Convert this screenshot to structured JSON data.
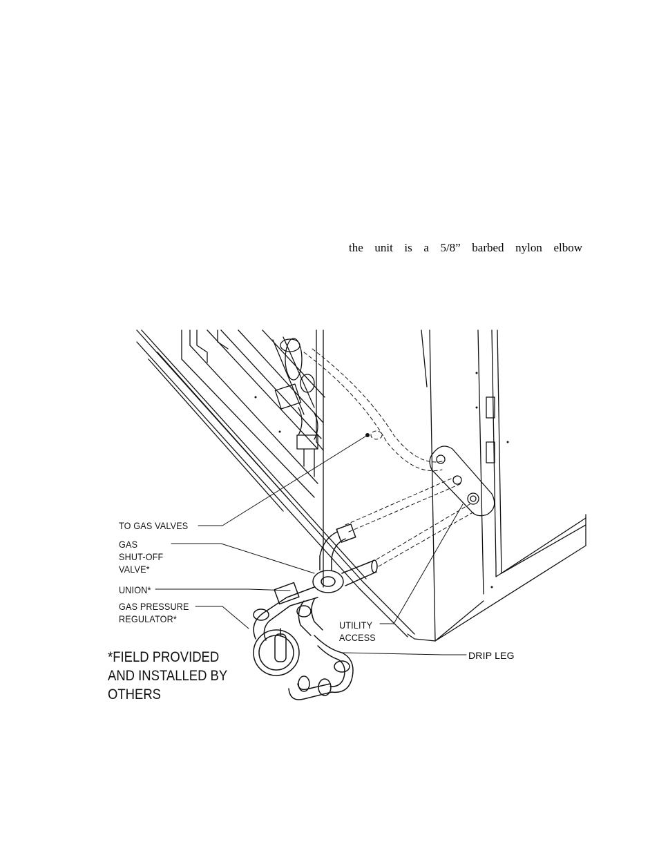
{
  "body_text": {
    "line": "the unit is a 5/8” barbed nylon elbow"
  },
  "figure": {
    "labels": {
      "to_gas_valves": "TO GAS VALVES",
      "gas_shutoff_line1": "GAS",
      "gas_shutoff_line2": "SHUT-OFF",
      "gas_shutoff_line3": "VALVE*",
      "union": "UNION*",
      "regulator_line1": "GAS PRESSURE",
      "regulator_line2": "REGULATOR*",
      "utility_line1": "UTILITY",
      "utility_line2": "ACCESS",
      "drip_leg": "DRIP LEG"
    },
    "note": {
      "line1": "*FIELD PROVIDED",
      "line2": "AND INSTALLED BY",
      "line3": "OTHERS"
    }
  }
}
